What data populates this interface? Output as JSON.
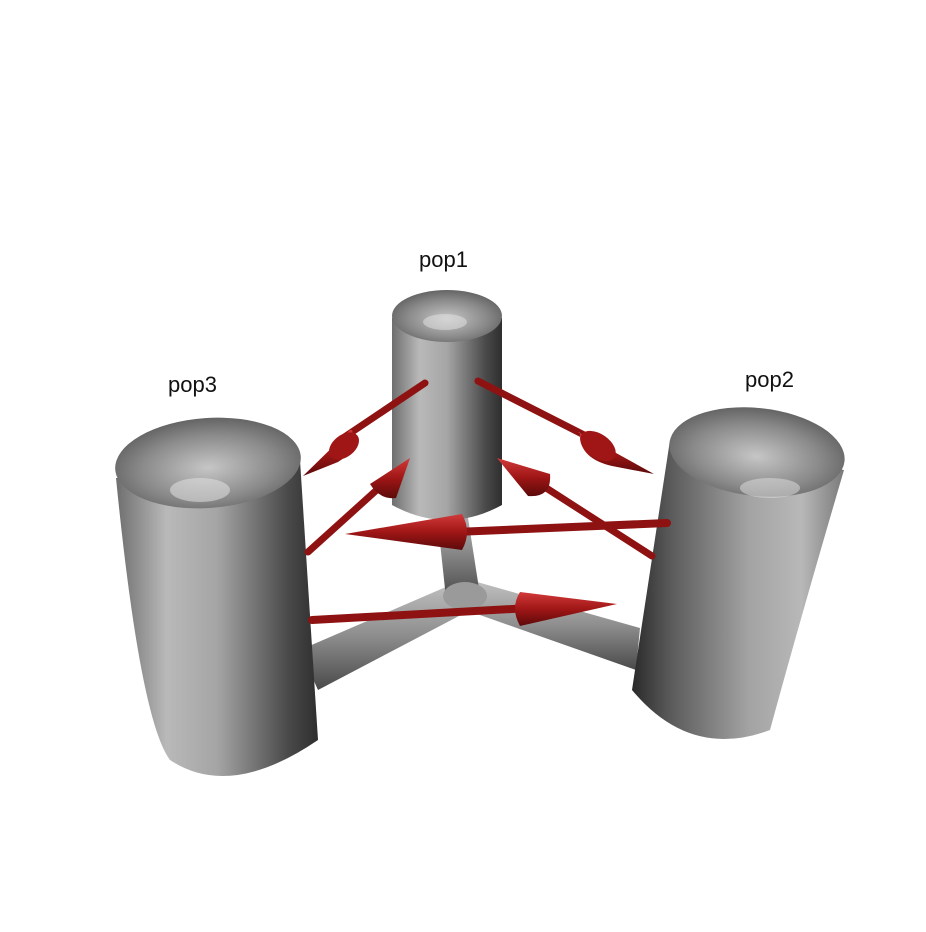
{
  "populations": [
    {
      "id": "pop1",
      "label": "pop1"
    },
    {
      "id": "pop2",
      "label": "pop2"
    },
    {
      "id": "pop3",
      "label": "pop3"
    }
  ],
  "migration_arrows": [
    {
      "from": "pop1",
      "to": "pop3"
    },
    {
      "from": "pop1",
      "to": "pop2"
    },
    {
      "from": "pop3",
      "to": "pop1"
    },
    {
      "from": "pop2",
      "to": "pop1"
    },
    {
      "from": "pop2",
      "to": "pop3"
    },
    {
      "from": "pop3",
      "to": "pop2"
    }
  ],
  "colors": {
    "cylinder": "#8f8f8f",
    "arrow": "#a01616",
    "background": "#ffffff"
  }
}
